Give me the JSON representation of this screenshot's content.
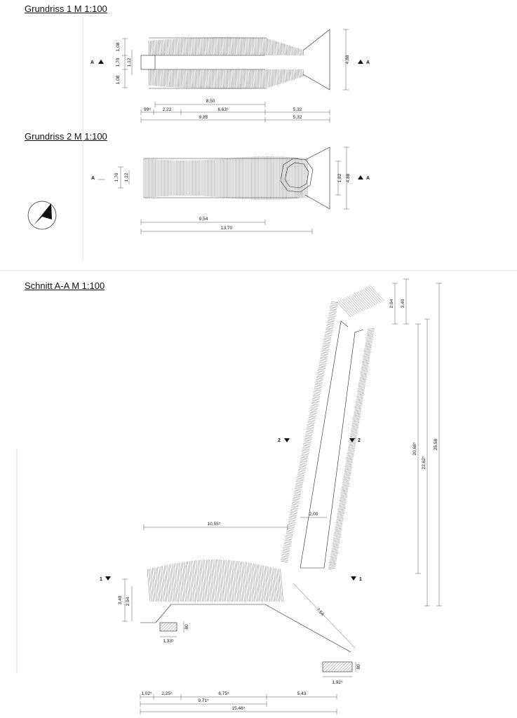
{
  "headings": {
    "plan1": "Grundriss 1 M 1:100",
    "plan2": "Grundriss 2 M 1:100",
    "section": "Schnitt A-A M 1:100"
  },
  "plan1": {
    "vert_left": [
      "1,08",
      "1,70",
      "1,12",
      "1,08"
    ],
    "vert_right": "4,88",
    "bottom_top": "8,50",
    "bottom_row": [
      "99⁵",
      "2,22",
      "6,63⁵",
      "5,32"
    ],
    "bottom_total_left": "9,85",
    "bottom_total_right": "5,32",
    "section_mark": "A"
  },
  "plan2": {
    "vert_left": [
      "1,70",
      "1,12"
    ],
    "vert_right": [
      "1,82",
      "4,88"
    ],
    "bottom_top": "9,54",
    "bottom_total": "13,70",
    "section_mark": "A"
  },
  "section": {
    "top_dims": [
      "2,94",
      "3,40"
    ],
    "right_dims": [
      "20,68⁵",
      "22,62⁵",
      "25,58"
    ],
    "level_marks": [
      "2",
      "1"
    ],
    "upper_width": "2,00",
    "horizontal_span": "10,55⁵",
    "left_dims": [
      "3,40",
      "2,94"
    ],
    "diagonal": "7,54",
    "foot_small": "80",
    "foot_left_width": "1,33⁵",
    "foot_right_width": "1,92⁵",
    "foot_right_height": "80",
    "bottom_row": [
      "1,02⁵",
      "2,25⁵",
      "6,75⁵",
      "5,43"
    ],
    "bottom_mid": "9,71⁵",
    "bottom_total": "15,46⁵"
  }
}
